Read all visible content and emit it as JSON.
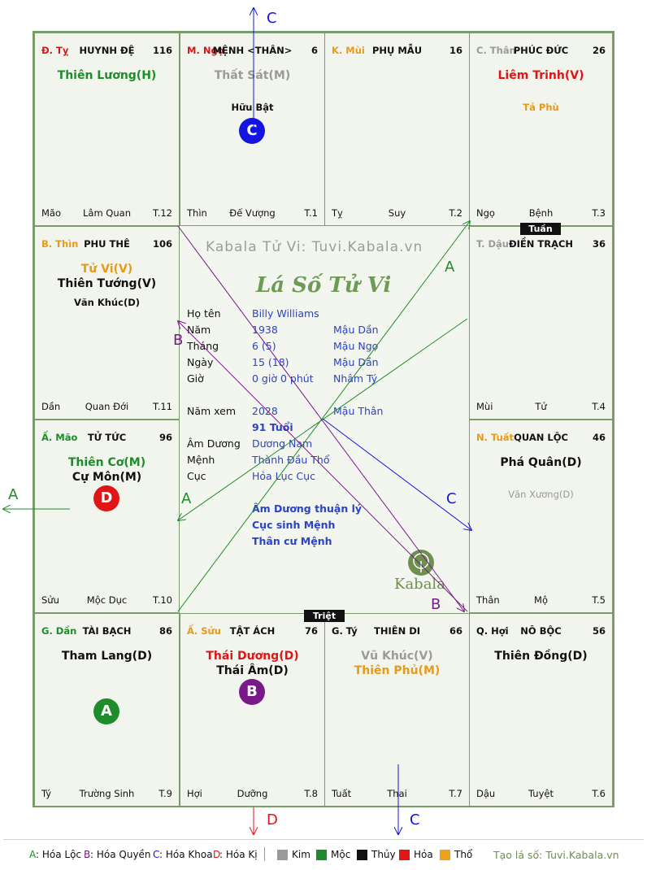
{
  "palaces": [
    {
      "id": "ty",
      "can": "Đ. Tỵ",
      "can_color": "#d31a1a",
      "name": "HUYNH ĐỆ",
      "age": "116",
      "stars": [
        {
          "t": "Thiên Lương(H)",
          "c": "#1e8c2a"
        }
      ],
      "minors": [],
      "branch": "Mão",
      "stage": "Lâm Quan",
      "month": "T.12"
    },
    {
      "id": "ngo",
      "can": "M. Ngọ",
      "can_color": "#d31a1a",
      "name": "MỆNH <THÂN>",
      "age": "6",
      "stars": [
        {
          "t": "Thất Sát(M)",
          "c": "#9a9a9a"
        }
      ],
      "minors": [
        {
          "t": "Hữu Bật",
          "c": "#111"
        }
      ],
      "branch": "Thìn",
      "stage": "Đế Vượng",
      "month": "T.1"
    },
    {
      "id": "mui",
      "can": "K. Mùi",
      "can_color": "#e69a1a",
      "name": "PHỤ MẪU",
      "age": "16",
      "stars": [],
      "minors": [],
      "branch": "Tỵ",
      "stage": "Suy",
      "month": "T.2"
    },
    {
      "id": "than",
      "can": "C. Thân",
      "can_color": "#9a9a9a",
      "name": "PHÚC ĐỨC",
      "age": "26",
      "stars": [
        {
          "t": "Liêm Trinh(V)",
          "c": "#e01515"
        }
      ],
      "minors": [
        {
          "t": "Tả Phù",
          "c": "#e69a1a"
        }
      ],
      "branch": "Ngọ",
      "stage": "Bệnh",
      "month": "T.3"
    },
    {
      "id": "thin",
      "can": "B. Thìn",
      "can_color": "#e69a1a",
      "name": "PHU THÊ",
      "age": "106",
      "stars": [
        {
          "t": "Tử Vi(V)",
          "c": "#e69a1a"
        },
        {
          "t": "Thiên Tướng(V)",
          "c": "#111"
        }
      ],
      "minors": [
        {
          "t": "Văn Khúc(D)",
          "c": "#111"
        }
      ],
      "branch": "Dần",
      "stage": "Quan Đới",
      "month": "T.11"
    },
    {
      "id": "dau",
      "can": "T. Dậu",
      "can_color": "#9a9a9a",
      "name": "ĐIỀN TRẠCH",
      "age": "36",
      "stars": [],
      "minors": [],
      "branch": "Mùi",
      "stage": "Tử",
      "month": "T.4"
    },
    {
      "id": "mao",
      "can": "Ấ. Mão",
      "can_color": "#1e8c2a",
      "name": "TỬ TỨC",
      "age": "96",
      "stars": [
        {
          "t": "Thiên Cơ(M)",
          "c": "#1e8c2a"
        },
        {
          "t": "Cự Môn(M)",
          "c": "#111"
        }
      ],
      "minors": [],
      "branch": "Sửu",
      "stage": "Mộc Dục",
      "month": "T.10"
    },
    {
      "id": "tuat",
      "can": "N. Tuất",
      "can_color": "#e69a1a",
      "name": "QUAN LỘC",
      "age": "46",
      "stars": [
        {
          "t": "Phá Quân(D)",
          "c": "#111"
        }
      ],
      "minors": [
        {
          "t": "Văn Xương(D)",
          "c": "#9a9a9a"
        }
      ],
      "branch": "Thân",
      "stage": "Mộ",
      "month": "T.5"
    },
    {
      "id": "dan",
      "can": "G. Dần",
      "can_color": "#1e8c2a",
      "name": "TÀI BẠCH",
      "age": "86",
      "stars": [
        {
          "t": "Tham Lang(D)",
          "c": "#111"
        }
      ],
      "minors": [],
      "branch": "Tý",
      "stage": "Trường Sinh",
      "month": "T.9"
    },
    {
      "id": "suu",
      "can": "Ấ. Sửu",
      "can_color": "#e69a1a",
      "name": "TẬT ÁCH",
      "age": "76",
      "stars": [
        {
          "t": "Thái Dương(D)",
          "c": "#e01515"
        },
        {
          "t": "Thái Âm(D)",
          "c": "#111"
        }
      ],
      "minors": [],
      "branch": "Hợi",
      "stage": "Dưỡng",
      "month": "T.8"
    },
    {
      "id": "tyi",
      "can": "G. Tý",
      "can_color": "#111",
      "name": "THIÊN DI",
      "age": "66",
      "stars": [
        {
          "t": "Vũ Khúc(V)",
          "c": "#9a9a9a"
        },
        {
          "t": "Thiên Phủ(M)",
          "c": "#e69a1a"
        }
      ],
      "minors": [],
      "branch": "Tuất",
      "stage": "Thai",
      "month": "T.7"
    },
    {
      "id": "hoi",
      "can": "Q. Hợi",
      "can_color": "#111",
      "name": "NÔ BỘC",
      "age": "56",
      "stars": [
        {
          "t": "Thiên Đồng(D)",
          "c": "#111"
        }
      ],
      "minors": [],
      "branch": "Dậu",
      "stage": "Tuyệt",
      "month": "T.6"
    }
  ],
  "markers": [
    {
      "palace": "ngo",
      "letter": "C",
      "color": "#1414e0"
    },
    {
      "palace": "mao",
      "letter": "D",
      "color": "#e01515"
    },
    {
      "palace": "dan",
      "letter": "A",
      "color": "#1e8c2a"
    },
    {
      "palace": "suu",
      "letter": "B",
      "color": "#7a1a8a"
    }
  ],
  "tags": {
    "tuan": "Tuần",
    "triet": "Triệt"
  },
  "center": {
    "brand": "Kabala Tử Vi: Tuvi.Kabala.vn",
    "title": "Lá Số Tử Vi",
    "rows": [
      {
        "label": "Họ tên",
        "value": "Billy Williams",
        "extra": ""
      },
      {
        "label": "Năm",
        "value": "1938",
        "extra": "Mậu Dần"
      },
      {
        "label": "Tháng",
        "value": "6  (5)",
        "extra": "Mậu Ngọ"
      },
      {
        "label": "Ngày",
        "value": "15  (18)",
        "extra": "Mậu Dần"
      },
      {
        "label": "Giờ",
        "value": "0 giờ 0 phút",
        "extra": "Nhâm Tý"
      }
    ],
    "year_view": {
      "label": "Năm xem",
      "value": "2028",
      "extra": "Mậu Thân"
    },
    "age": "91 Tuổi",
    "rows2": [
      {
        "label": "Âm Dương",
        "value": "Dương Nam"
      },
      {
        "label": "Mệnh",
        "value": "Thành Đầu Thổ"
      },
      {
        "label": "Cục",
        "value": "Hỏa Lục Cục"
      }
    ],
    "notes": [
      "Âm Dương thuận lý",
      "Cục sinh Mệnh",
      "Thân cư Mệnh"
    ],
    "logo_text": "Kabala"
  },
  "arrow_labels": {
    "top": "C",
    "left": "A",
    "bottom_d": "D",
    "bottom_c": "C",
    "line_a1": "A",
    "line_b1": "B",
    "line_a2": "A",
    "line_c": "C",
    "line_b2": "B"
  },
  "legend": {
    "items": [
      {
        "k": "A",
        "t": ": Hóa Lộc",
        "c": "#1e8c2a"
      },
      {
        "k": "B",
        "t": ": Hóa Quyền",
        "c": "#7a1a8a"
      },
      {
        "k": "C",
        "t": ": Hóa Khoa",
        "c": "#1414e0"
      },
      {
        "k": "D",
        "t": ": Hóa Kị",
        "c": "#e01515"
      }
    ],
    "elements": [
      {
        "t": "Kim",
        "c": "#9a9a9a"
      },
      {
        "t": "Mộc",
        "c": "#1e8c2a"
      },
      {
        "t": "Thủy",
        "c": "#111111"
      },
      {
        "t": "Hỏa",
        "c": "#e01515"
      },
      {
        "t": "Thổ",
        "c": "#f0a01a"
      }
    ],
    "credit": "Tạo lá số: Tuvi.Kabala.vn"
  }
}
